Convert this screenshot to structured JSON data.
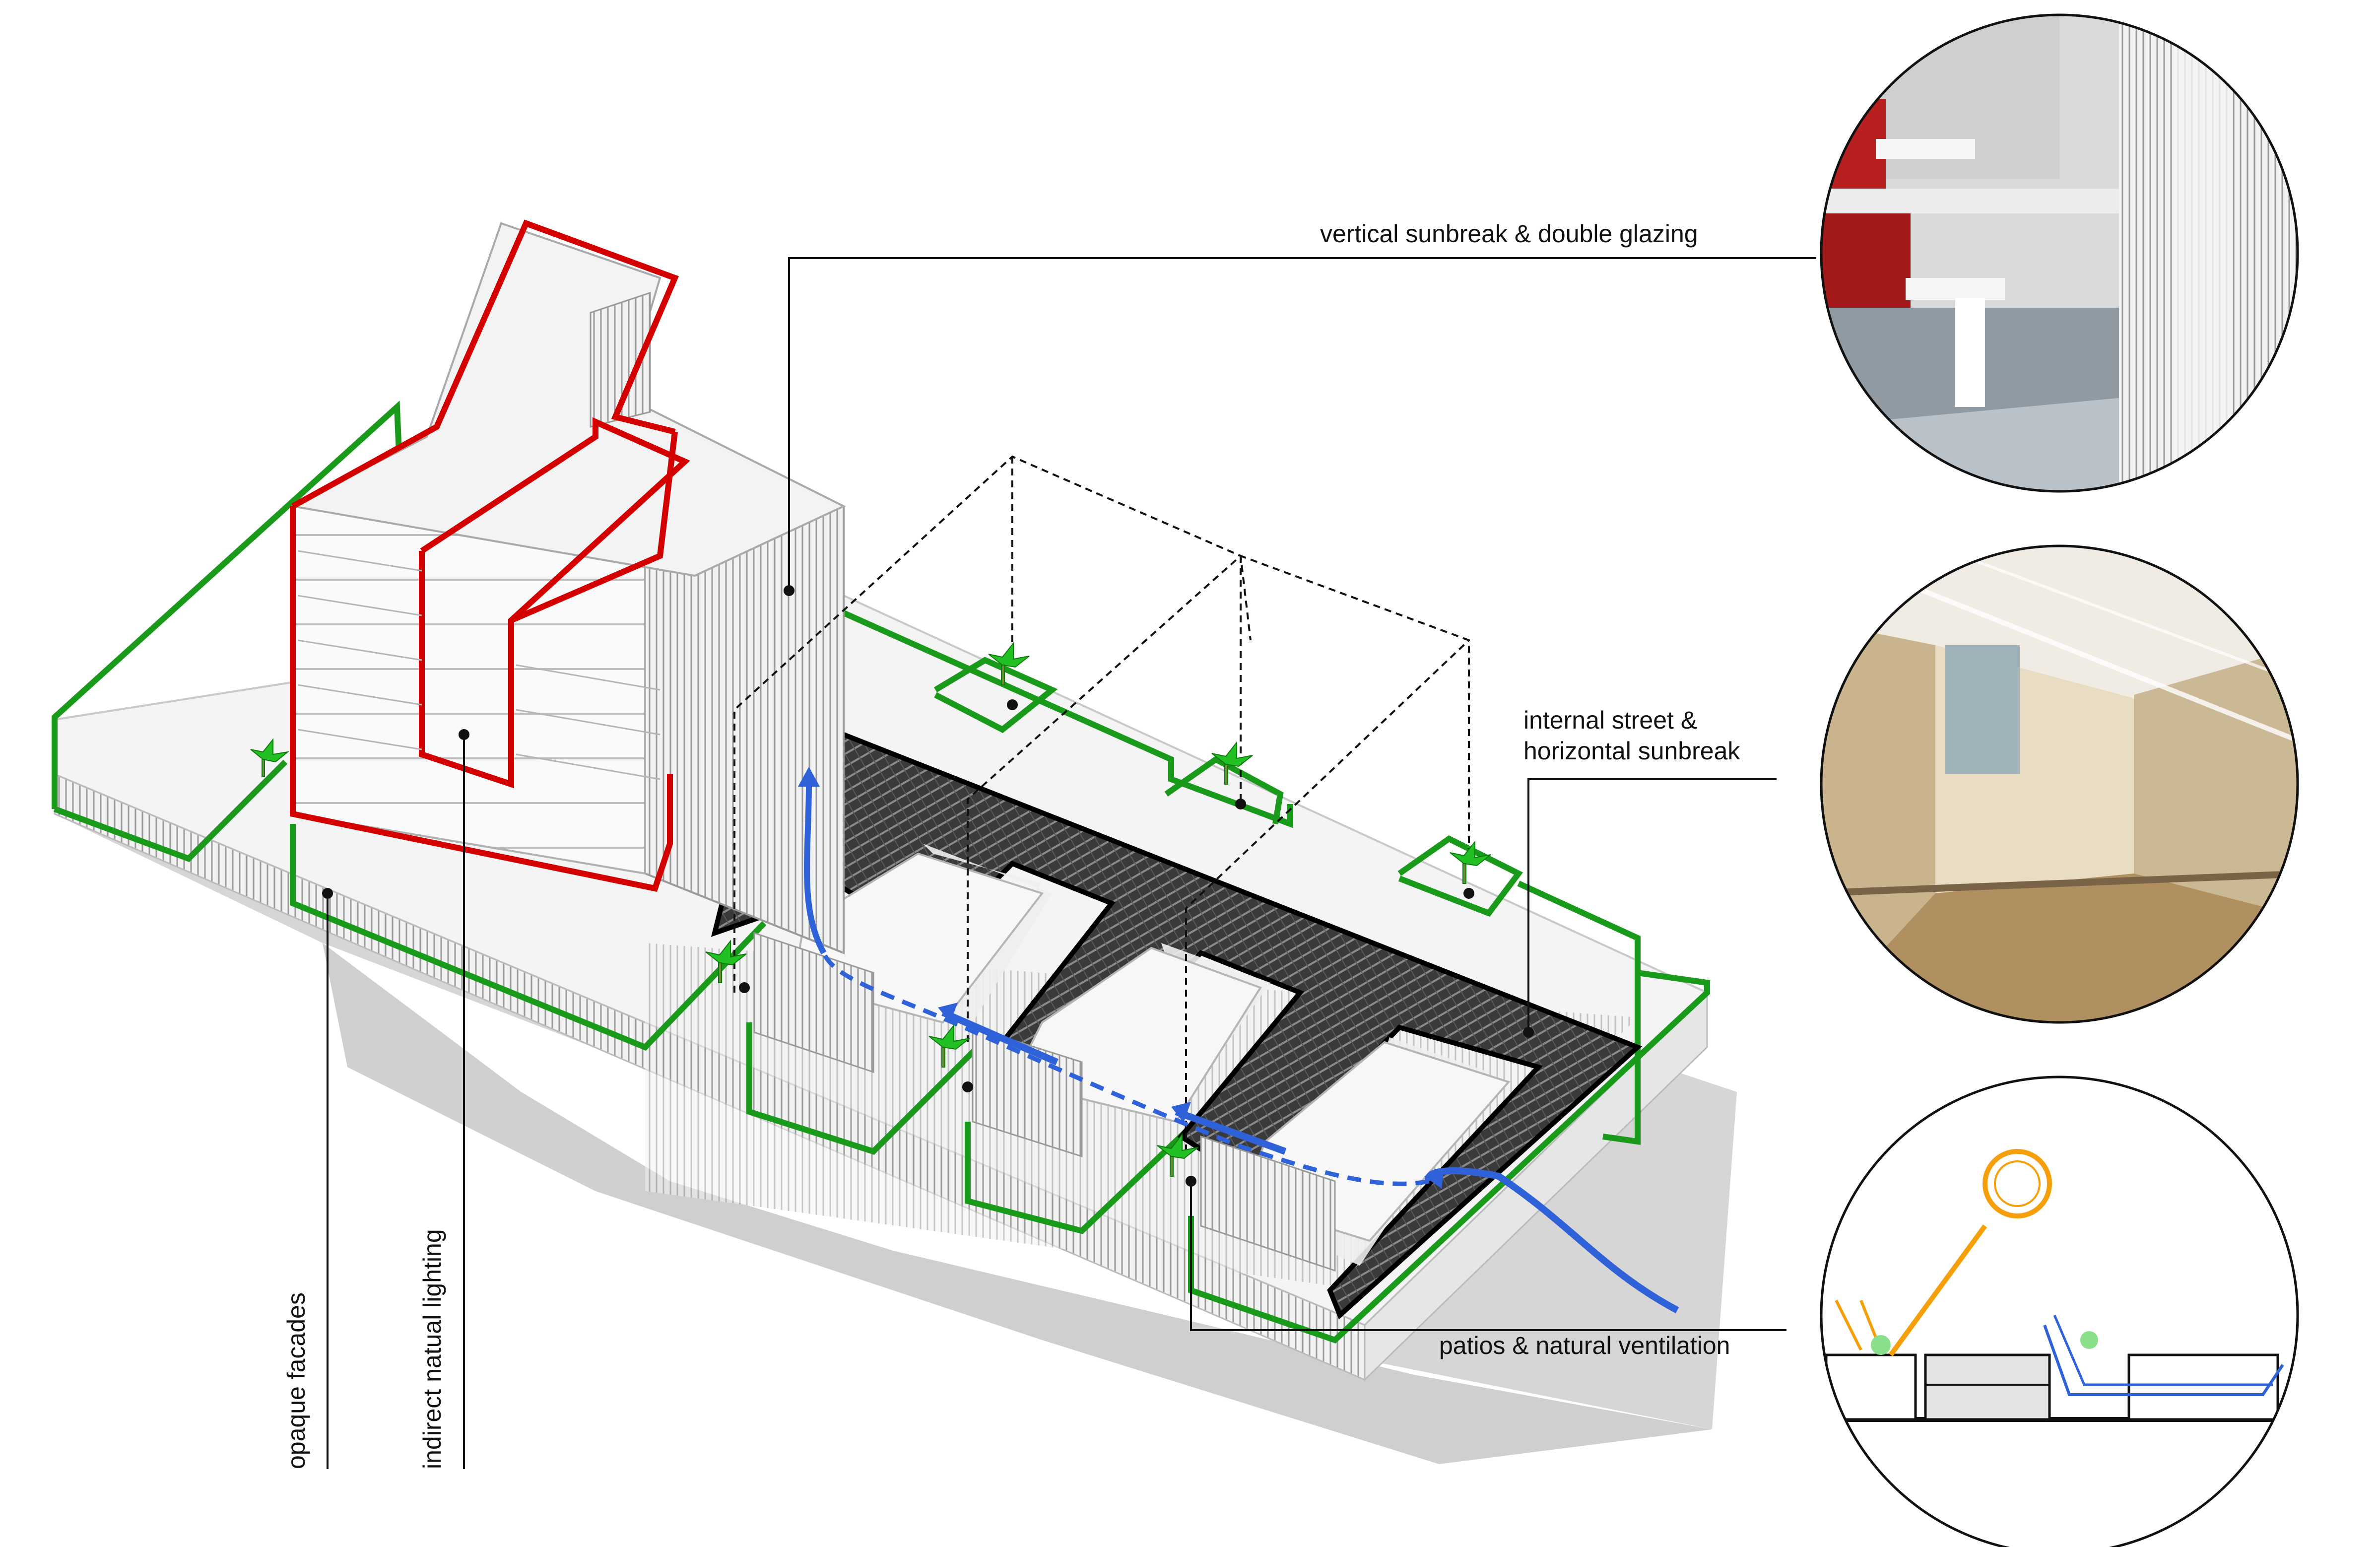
{
  "labels": {
    "sunbreak_glazing": "vertical sunbreak & double glazing",
    "internal_street_line1": "internal street &",
    "internal_street_line2": "horizontal sunbreak",
    "patios": "patios & natural ventilation",
    "opaque_facades": "opaque facades",
    "indirect_lighting": "indirect natual lighting"
  },
  "colors": {
    "tower_outline": "#d40000",
    "podium_outline": "#1a9a1a",
    "airflow_arrow": "#2f62d8",
    "sun": "#f5a00a",
    "background": "#ffffff"
  },
  "icons": {
    "plants": "palm-tree-icon",
    "sun": "sun-icon"
  }
}
